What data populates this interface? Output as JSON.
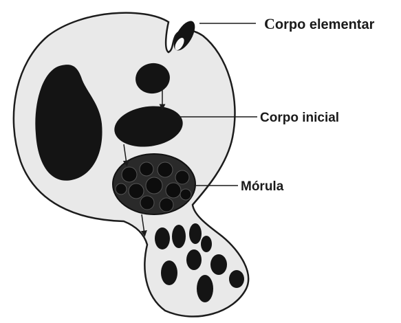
{
  "labels": {
    "elementary_body": "Corpo elementar",
    "initial_body": "Corpo inicial",
    "morula": "Mórula"
  },
  "colors": {
    "ink": "#141414",
    "cell_fill": "#e9e9e9",
    "cell_edge": "#1c1c1c",
    "background": "#ffffff"
  }
}
